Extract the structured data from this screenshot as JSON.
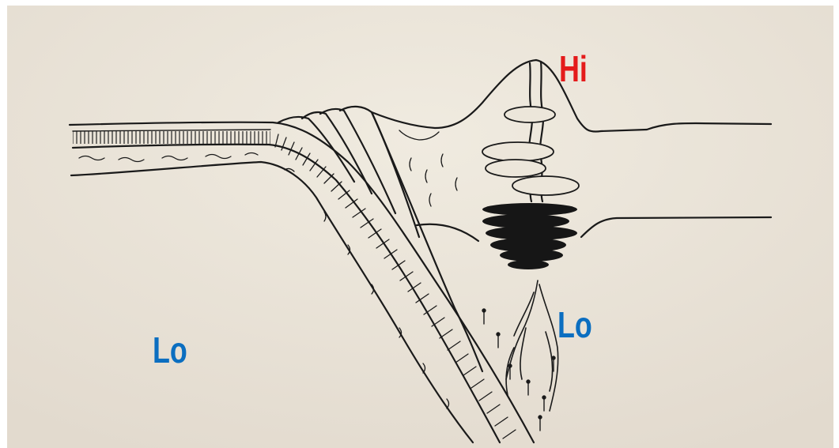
{
  "labels": {
    "hi": "Hi",
    "lo_center": "Lo",
    "lo_left": "Lo"
  },
  "colors": {
    "paper": "#ece6da",
    "ink": "#1a1a1a",
    "hi": "#e41b1b",
    "lo": "#0b6ec0"
  }
}
